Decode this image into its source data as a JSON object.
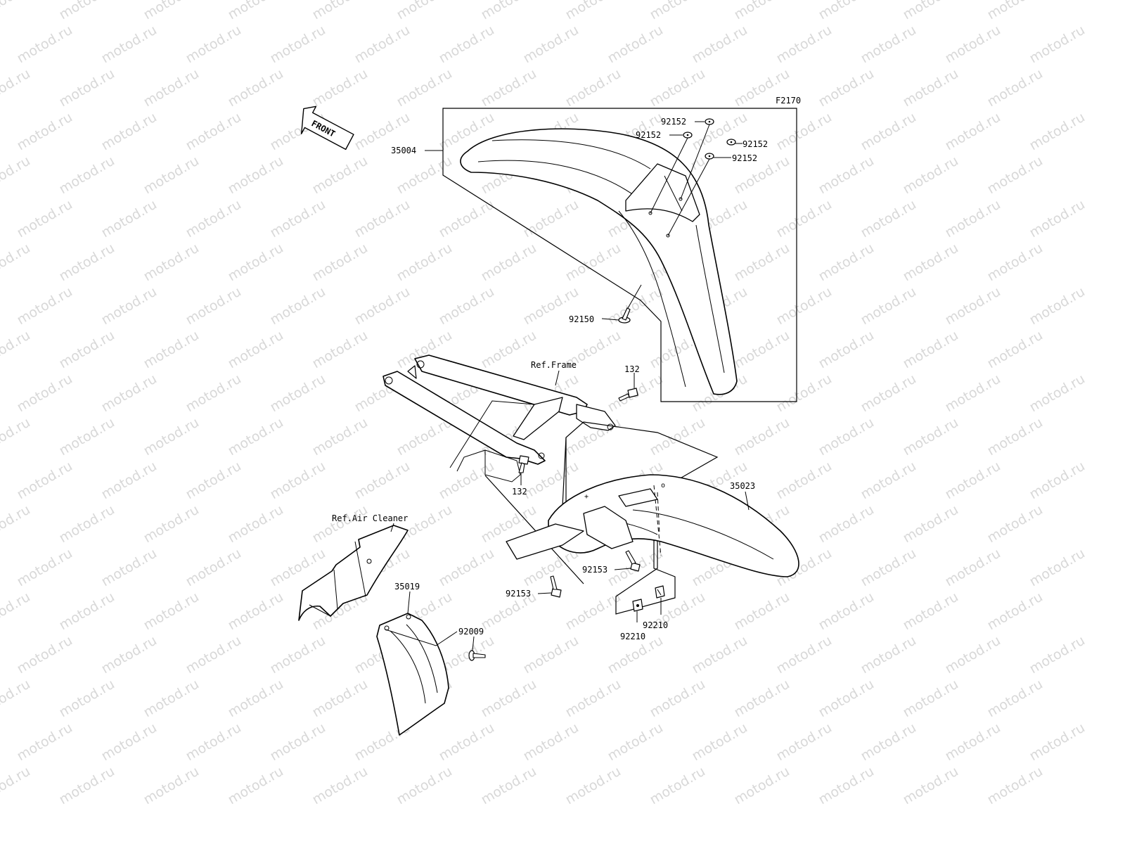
{
  "diagram": {
    "figure_code": "F2170",
    "front_label": "FRONT",
    "watermark": "motod.ru",
    "part_numbers": {
      "front_fender": "35004",
      "washer_a": "92152",
      "washer_b": "92152",
      "washer_c": "92152",
      "washer_d": "92152",
      "screw_front": "92150",
      "bolt_upper": "132",
      "bolt_lower": "132",
      "rear_fender": "35023",
      "bolt_rear_a": "92153",
      "bolt_rear_b": "92153",
      "nut_a": "92210",
      "nut_b": "92210",
      "mud_guard": "35019",
      "mud_screw": "92009"
    },
    "references": {
      "frame": "Ref.Frame",
      "air_cleaner": "Ref.Air Cleaner"
    }
  }
}
